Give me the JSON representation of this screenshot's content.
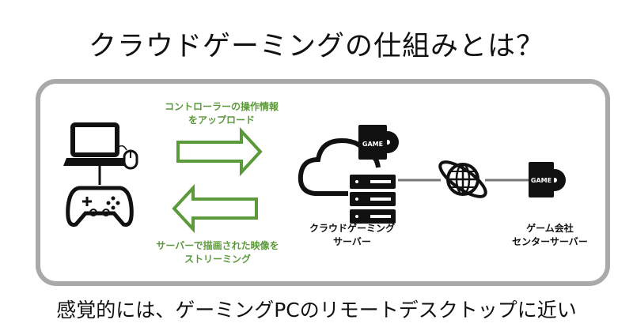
{
  "title": "クラウドゲーミングの仕組みとは？",
  "arrows": {
    "upload": {
      "line1": "コントローラーの操作情報",
      "line2": "をアップロード"
    },
    "stream": {
      "line1": "サーバーで描画された映像を",
      "line2": "ストリーミング"
    }
  },
  "nodes": {
    "cloud_server": {
      "line1": "クラウドゲーミング",
      "line2": "サーバー"
    },
    "company_server": {
      "line1": "ゲーム会社",
      "line2": "センターサーバー"
    },
    "game_label": "GAME"
  },
  "footer": "感覚的には、ゲーミングPCのリモートデスクトップに近い",
  "colors": {
    "accent": "#5b9a3a",
    "frame": "#a9a9a9",
    "line": "#777777"
  }
}
